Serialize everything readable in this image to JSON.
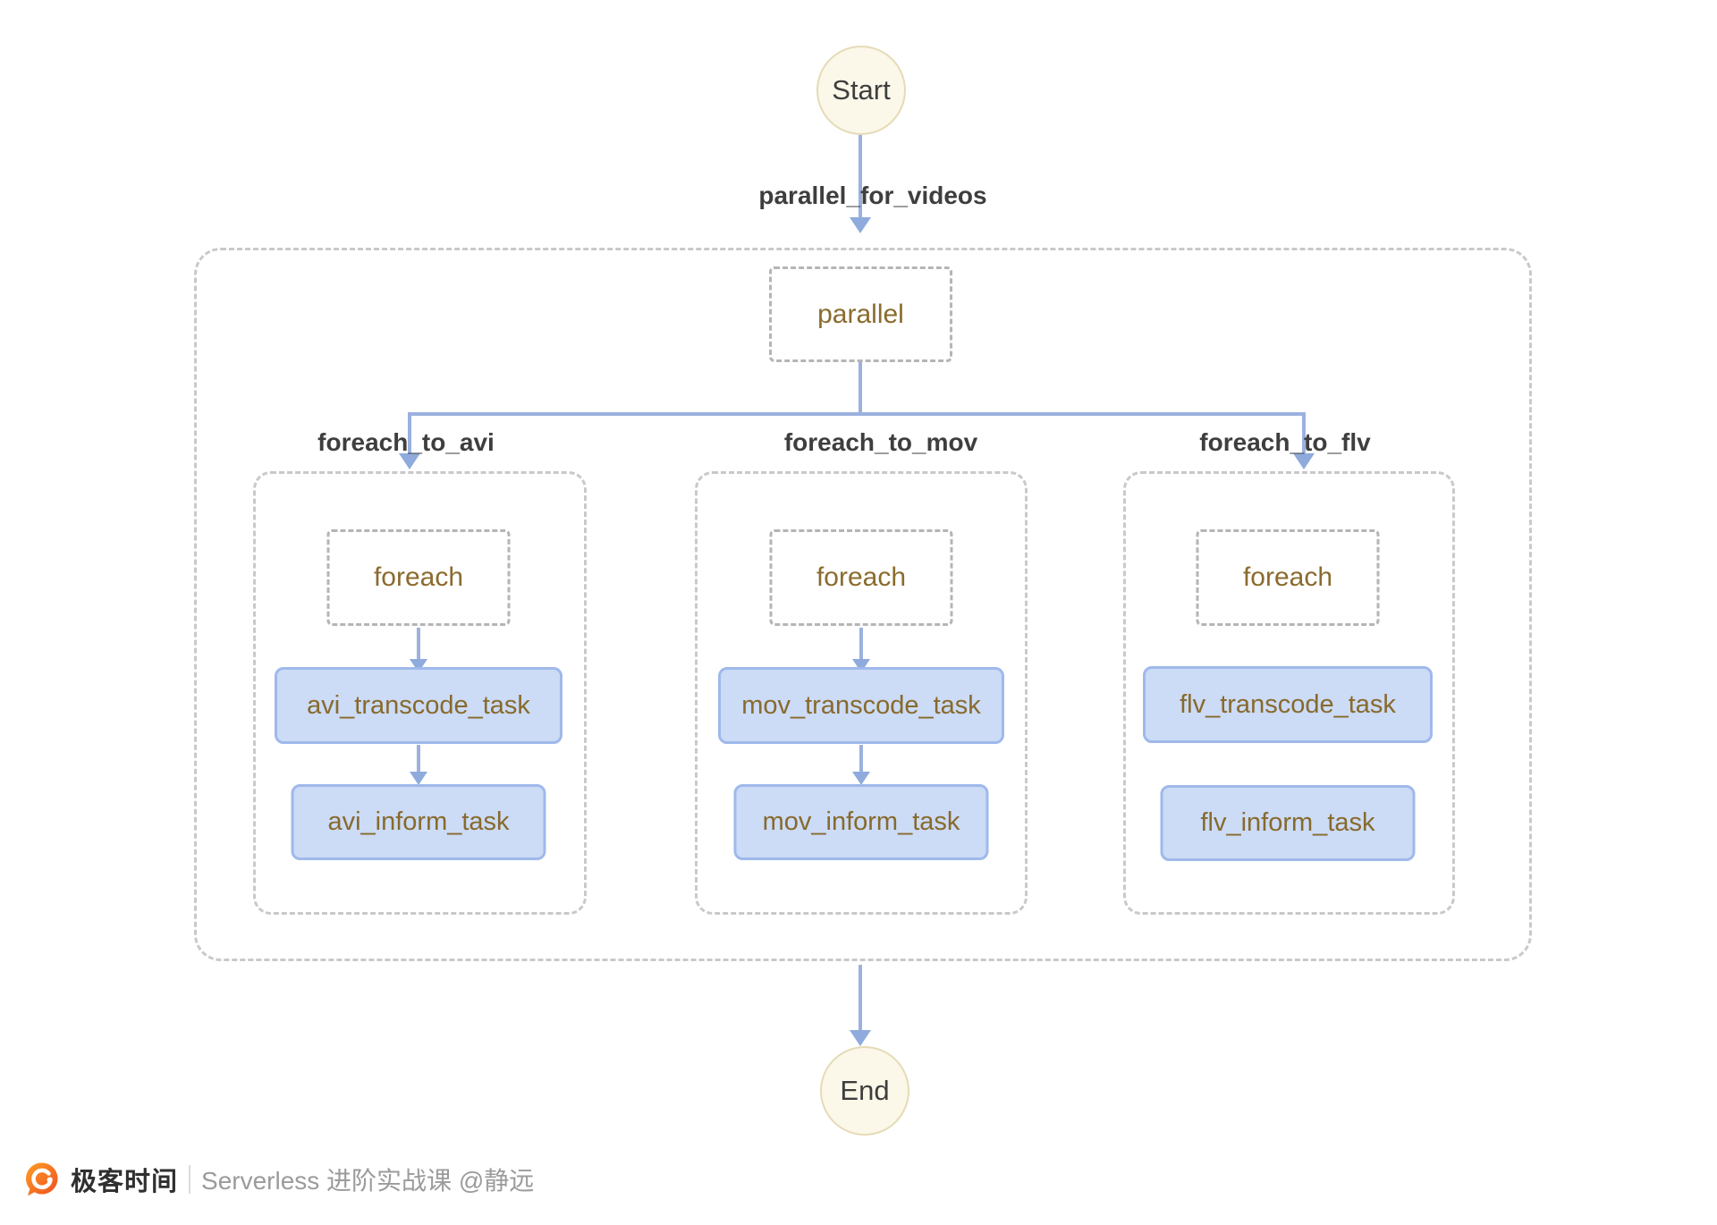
{
  "diagram": {
    "start_label": "Start",
    "end_label": "End",
    "root_arrow_label": "parallel_for_videos",
    "parallel_label": "parallel",
    "columns": [
      {
        "label": "foreach_to_avi",
        "foreach_label": "foreach",
        "tasks": [
          "avi_transcode_task",
          "avi_inform_task"
        ]
      },
      {
        "label": "foreach_to_mov",
        "foreach_label": "foreach",
        "tasks": [
          "mov_transcode_task",
          "mov_inform_task"
        ]
      },
      {
        "label": "foreach_to_flv",
        "foreach_label": "foreach",
        "tasks": [
          "flv_transcode_task",
          "flv_inform_task"
        ]
      }
    ],
    "colors": {
      "arrow_blue": "#8faadc",
      "task_fill": "#ccdbf6",
      "task_border": "#9fb9ea",
      "node_text_brown": "#8a6b2d",
      "circle_fill": "#fbf7e9",
      "circle_border": "#e5dbb6",
      "dashed_gray": "#c9c9c9",
      "label_dark": "#3e3e3e",
      "logo_orange": "#f26d21"
    }
  },
  "footer": {
    "brand": "极客时间",
    "course": "Serverless 进阶实战课 @静远"
  }
}
